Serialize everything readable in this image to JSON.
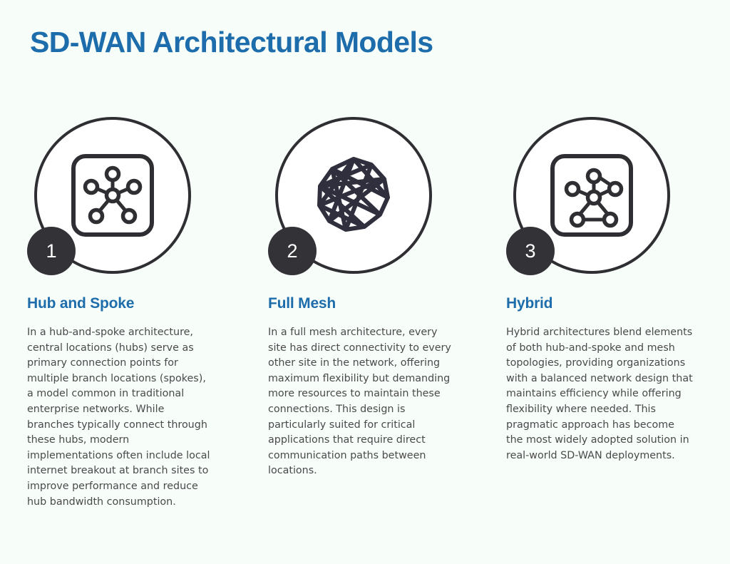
{
  "header": {
    "title": "SD-WAN Architectural Models",
    "title_color": "#1d6cab"
  },
  "theme": {
    "background": "#f7fdf8",
    "accent_blue": "#1d6cab",
    "icon_dark": "#2f2f33",
    "badge_dark": "#323237",
    "body_text": "#4a4a4c",
    "circle_fill": "#ffffff"
  },
  "cards": [
    {
      "number": "1",
      "icon_name": "hub-and-spoke-network-icon",
      "heading": "Hub and Spoke",
      "body": "In a hub-and-spoke architecture, central locations (hubs) serve as primary connection points for multiple branch locations (spokes), a model common in traditional enterprise networks. While branches typically connect through these hubs, modern implementations often include local internet breakout at branch sites to improve performance and reduce hub bandwidth consumption."
    },
    {
      "number": "2",
      "icon_name": "full-mesh-polygon-icon",
      "heading": "Full Mesh",
      "body": "In a full mesh architecture, every site has direct connectivity to every other site in the network, offering maximum flexibility but demanding more resources to maintain these connections. This design is particularly suited for critical applications that require direct communication paths between locations."
    },
    {
      "number": "3",
      "icon_name": "hybrid-network-icon",
      "heading": "Hybrid",
      "body": "Hybrid architectures blend elements of both hub-and-spoke and mesh topologies, providing organizations with a balanced network design that maintains efficiency while offering flexibility where needed. This pragmatic approach has become the most widely adopted solution in real-world SD-WAN deployments."
    }
  ]
}
